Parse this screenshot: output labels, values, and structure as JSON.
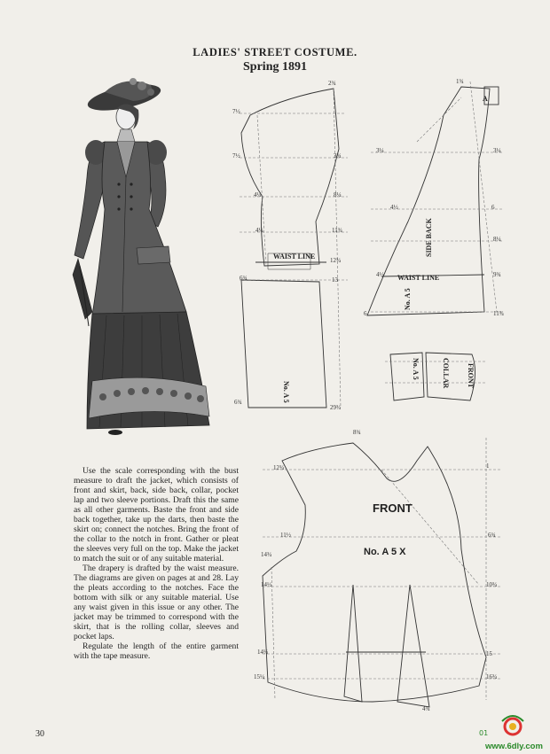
{
  "heading": {
    "title": "LADIES' STREET COSTUME.",
    "subtitle": "Spring 1891"
  },
  "text": {
    "paragraphs": [
      "Use the scale corresponding with the bust measure to draft the jacket, which consists of front and skirt, back, side back, collar, pocket lap and two sleeve portions. Draft this the same as all other garments. Baste the front and side back together, take up the darts, then baste the skirt on; connect the notches. Bring the front of the collar to the notch in front. Gather or pleat the sleeves very full on the top. Make the jacket to match the suit or of any suitable material.",
      "The drapery is drafted by the waist measure. The diagrams are given on pages at and 28. Lay the pleats according to the notches. Face the bottom with silk or any suitable material. Use any waist given in this issue or any other. The jacket may be trimmed to correspond with the skirt, that is the rolling collar, sleeves and pocket laps.",
      "Regulate the length of the entire garment with the tape measure."
    ]
  },
  "page_number": "30",
  "diagram_labels": {
    "side_back": "SIDE BACK",
    "side_back_code": "No. A 5",
    "back_code": "No. A 5",
    "waist_line": "WAIST LINE",
    "collar": "COLLAR",
    "collar_code": "No. A 5",
    "front_small": "FRONT",
    "front": "FRONT",
    "front_code": "No. A 5 X",
    "corner_a": "A"
  },
  "watermark": {
    "url": "www.6dly.com"
  },
  "colors": {
    "paper": "#f1efea",
    "ink": "#222222",
    "watermark_green": "#2a8a2a"
  }
}
